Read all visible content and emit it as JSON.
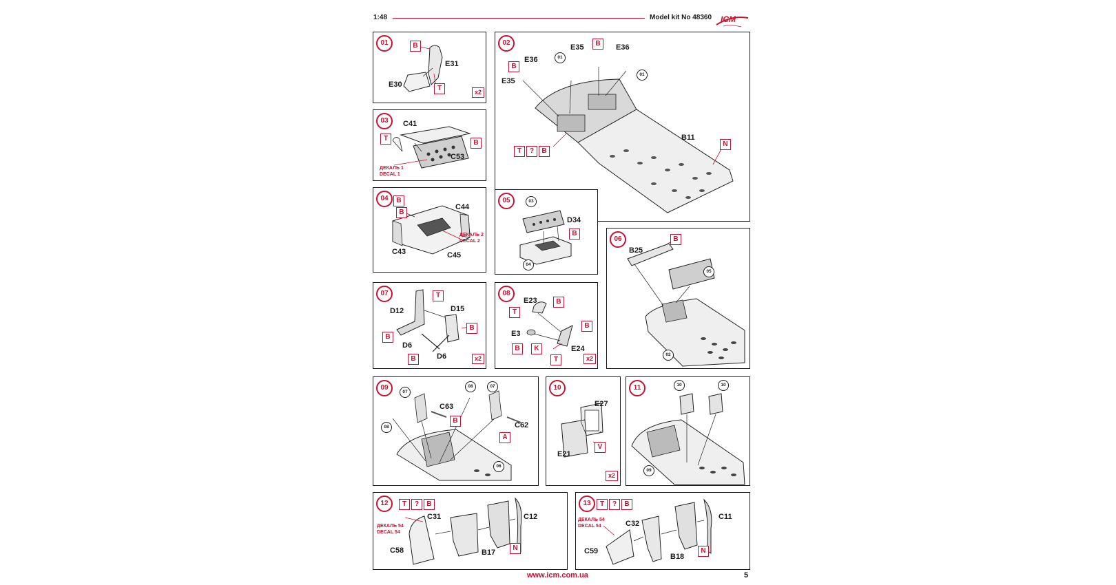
{
  "header": {
    "scale": "1:48",
    "model": "Model kit No 48360",
    "logo_text": "ICM"
  },
  "footer": {
    "url": "www.icm.com.ua",
    "page": "5"
  },
  "decals": {
    "d1_ru": "ДЕКАЛЬ 1",
    "d1_en": "DECAL 1",
    "d2_ru": "ДЕКАЛЬ 2",
    "d2_en": "DECAL 2",
    "d54_ru": "ДЕКАЛЬ 54",
    "d54_en": "DECAL 54"
  },
  "symbols": {
    "B": "B",
    "T": "T",
    "Q": "?",
    "N": "N",
    "K": "K",
    "A": "A",
    "V": "V",
    "x2": "x2"
  },
  "steps": {
    "s01": {
      "no": "01",
      "parts": [
        "E31",
        "E30"
      ]
    },
    "s02": {
      "no": "02",
      "parts": [
        "E35",
        "E36",
        "E36",
        "E35",
        "B11"
      ],
      "refs": [
        "01",
        "01"
      ]
    },
    "s03": {
      "no": "03",
      "parts": [
        "C41",
        "C53"
      ]
    },
    "s04": {
      "no": "04",
      "parts": [
        "C44",
        "C43",
        "C45"
      ]
    },
    "s05": {
      "no": "05",
      "parts": [
        "D34"
      ],
      "refs": [
        "03",
        "04"
      ]
    },
    "s06": {
      "no": "06",
      "parts": [
        "B25"
      ],
      "refs": [
        "05",
        "02"
      ]
    },
    "s07": {
      "no": "07",
      "parts": [
        "D12",
        "D15",
        "D6",
        "D6"
      ]
    },
    "s08": {
      "no": "08",
      "parts": [
        "E23",
        "E3",
        "E24"
      ]
    },
    "s09": {
      "no": "09",
      "parts": [
        "C63",
        "C62"
      ],
      "refs": [
        "07",
        "08",
        "07",
        "08",
        "06"
      ]
    },
    "s10": {
      "no": "10",
      "parts": [
        "E27",
        "E21"
      ]
    },
    "s11": {
      "no": "11",
      "refs": [
        "10",
        "10",
        "09"
      ]
    },
    "s12": {
      "no": "12",
      "parts": [
        "C31",
        "C12",
        "C58",
        "B17"
      ]
    },
    "s13": {
      "no": "13",
      "parts": [
        "C32",
        "C11",
        "C59",
        "B18"
      ]
    }
  }
}
